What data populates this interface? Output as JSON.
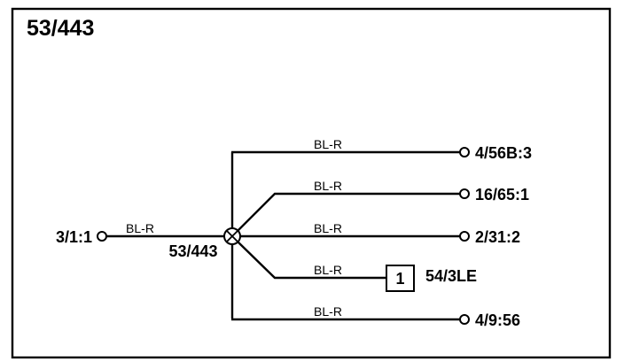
{
  "diagram": {
    "title": "53/443",
    "splice": {
      "label": "53/443"
    },
    "input": {
      "terminal": "3/1:1",
      "wire": "BL-R"
    },
    "branches": [
      {
        "wire": "BL-R",
        "terminal": "4/56B:3"
      },
      {
        "wire": "BL-R",
        "terminal": "16/65:1"
      },
      {
        "wire": "BL-R",
        "terminal": "2/31:2"
      },
      {
        "wire": "BL-R",
        "box": "1",
        "terminal": "54/3LE"
      },
      {
        "wire": "BL-R",
        "terminal": "4/9:56"
      }
    ]
  }
}
